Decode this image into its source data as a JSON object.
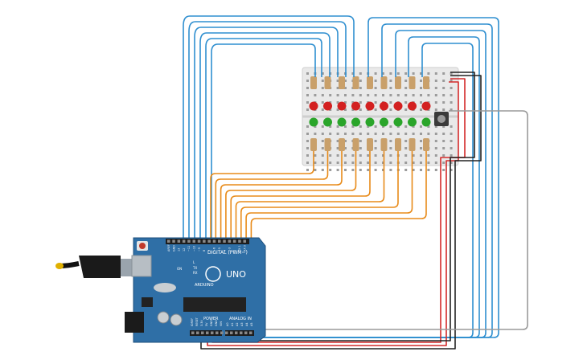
{
  "board": {
    "logo": "UNO",
    "brand": "ARDUINO",
    "header_digital": "DIGITAL (PWM~)",
    "header_power": "POWER",
    "header_analog": "ANALOG IN",
    "tx_label": "TX",
    "rx_label": "RX",
    "l_label": "L",
    "on_label": "ON",
    "digital_pins": [
      "AREF",
      "GND",
      "13",
      "12",
      "~11",
      "~10",
      "~9",
      "8",
      "7",
      "~6",
      "~5",
      "4",
      "~3",
      "2",
      "TX 1",
      "RX 0"
    ],
    "power_pins": [
      "IOREF",
      "RESET",
      "3.3V",
      "5V",
      "GND",
      "GND",
      "VIN"
    ],
    "analog_pins": [
      "A0",
      "A1",
      "A2",
      "A3",
      "A4",
      "A5"
    ]
  },
  "leds": {
    "red_count": 9,
    "green_count": 9,
    "red_color": "#d32020",
    "green_color": "#2aa52a"
  },
  "colors": {
    "board": "#2f6fa6",
    "board_dark": "#1e4f7c",
    "wire_blue": "#2f8fd0",
    "wire_orange": "#e88b1a",
    "wire_red": "#d42a2a",
    "wire_black": "#222222",
    "wire_gray": "#9a9a9a",
    "breadboard": "#e8e8e8"
  }
}
